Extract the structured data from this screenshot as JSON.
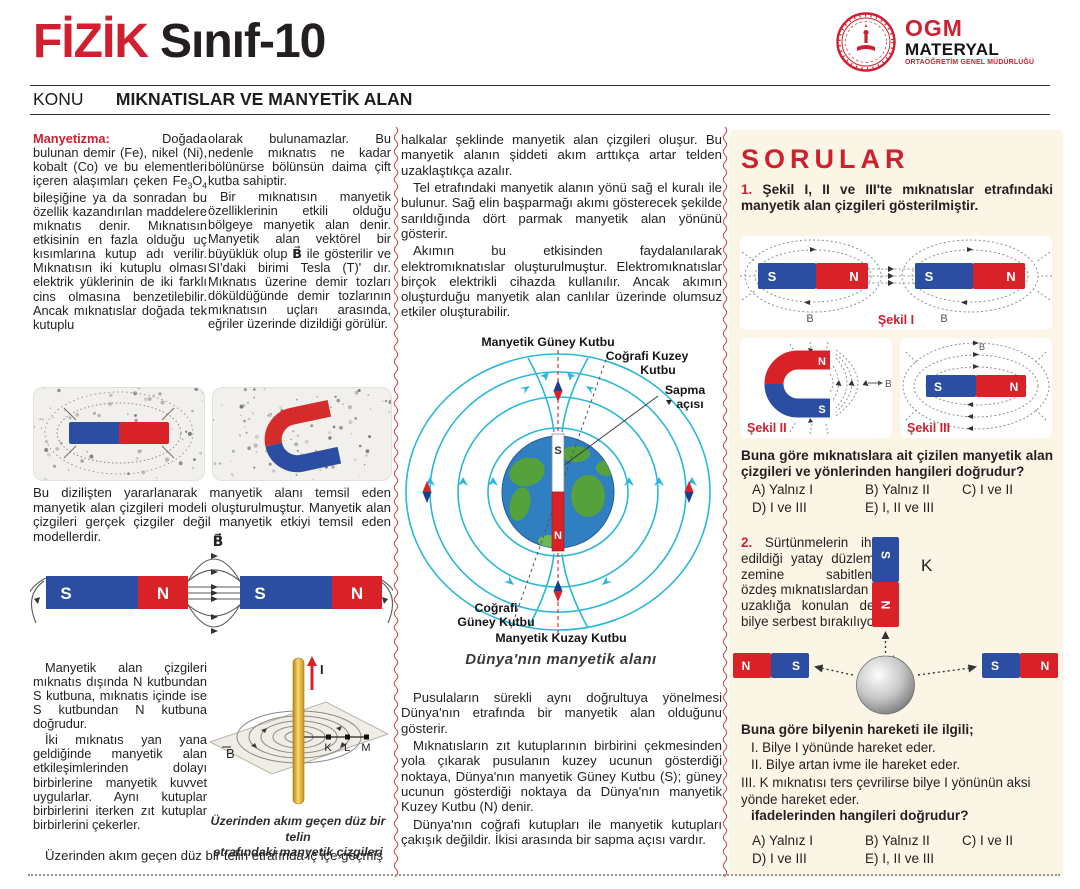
{
  "header": {
    "title_red": "FİZİK",
    "title_black": "Sınıf-10",
    "konu_label": "KONU",
    "konu_title": "MIKNATISLAR VE MANYETİK ALAN",
    "logo_ogm": "OGM",
    "logo_materyal": "MATERYAL",
    "logo_sub": "ORTAÖĞRETİM GENEL MÜDÜRLÜĞÜ"
  },
  "left": {
    "lead": "Manyetizma:",
    "p1a": " Doğada bulunan demir (Fe), nikel (Ni), kobalt (Co) ve bu elementleri içeren alaşımları çeken Fe",
    "sub1": "3",
    "mid1": "O",
    "sub2": "4",
    "p1b": " bileşiğine ya da sonradan bu özellik kazandırılan maddelere mıknatıs denir. Mıknatısın etkisinin en fazla olduğu uç kısımlarına kutup adı verilir.  Mıknatısın iki kutuplu olması elektrik yüklerinin de iki farklı cins olmasına benzetilebilir. Ancak mıknatıslar doğada tek kutuplu",
    "p2": "olarak bulunamazlar. Bu nedenle mıknatıs ne kadar bölünürse bölünsün daima çift kutba sahiptir.",
    "p3a": "Bir mıknatısın manyetik özelliklerinin etkili olduğu bölgeye manyetik alan denir. Manyetik alan vektörel bir büyüklük olup ",
    "p3_bvec": "B⃗",
    "p3b": "  ile gösterilir ve SI'daki birimi Tesla (T)' dır. Mıknatıs üzerine demir tozları döküldüğünde demir tozlarının mıknatısın uçları arasında, eğriler üzerinde dizildiği görülür.",
    "caption_model": "Bu dizilişten yararlanarak manyetik alanı temsil eden manyetik alan çizgileri modeli oluşturulmuştur. Manyetik alan çizgileri gerçek çizgiler değil manyetik etkiyi temsil eden modellerdir.",
    "p4": "Manyetik alan çizgileri mıknatıs dışında N kutbundan S kutbuna, mıknatıs içinde ise S kutbundan N kutbuna doğrudur.",
    "p5": "İki mıknatıs yan yana geldiğinde manyetik alan etkileşimlerinden dolayı birbirlerine manyetik kuvvet uygularlar. Aynı kutuplar birbirlerini iterken zıt kutuplar birbirlerini çekerler.",
    "wire_caption1": "Üzerinden akım geçen düz bir telin",
    "wire_caption2": "etrafındaki manyetik çizgileri",
    "last_line": "Üzerinden akım geçen düz bir telin etrafında iç içe geçmiş"
  },
  "middle": {
    "p1": "halkalar şeklinde manyetik alan çizgileri oluşur. Bu manyetik alanın şiddeti akım arttıkça artar telden uzaklaştıkça azalır.",
    "p2": "Tel etrafındaki manyetik alanın yönü sağ el kuralı ile bulunur. Sağ elin başparmağı akımı gösterecek şekilde sarıldığında dört parmak manyetik alan yönünü gösterir.",
    "p3": "Akımın bu etkisinden faydalanılarak elektromıknatıslar oluşturulmuştur. Elektromıknatıslar birçok elektrikli cihazda kullanılır. Ancak akımın oluşturduğu manyetik alan canlılar üzerinde olumsuz etkiler oluşturabilir.",
    "earth_caption": "Dünya'nın manyetik alanı",
    "p4": "Pusulaların sürekli aynı doğrultuya yönelmesi Dünya'nın etrafında bir manyetik alan olduğunu gösterir.",
    "p5": "Mıknatısların zıt kutuplarının birbirini çekmesinden yola çıkarak pusulanın kuzey ucunun gösterdiği noktaya, Dünya'nın manyetik Güney Kutbu (S); güney ucunun gösterdiği noktaya da Dünya'nın manyetik Kuzey Kutbu (N) denir.",
    "p6": "Dünya'nın coğrafi kutupları ile manyetik kutupları çakışık değildir. İkisi arasında bir sapma açısı vardır."
  },
  "earth": {
    "label_top": "Manyetik Güney Kutbu",
    "label_cog_kuzey1": "Coğrafi Kuzey",
    "label_cog_kuzey2": "Kutbu",
    "label_sapma1": "Sapma",
    "label_sapma2": "açısı",
    "label_cog_guney1": "Coğrafi",
    "label_cog_guney2": "Güney Kutbu",
    "label_bottom": "Manyetik Kuzay Kutbu"
  },
  "fig": {
    "S": "S",
    "N": "N",
    "B": "B",
    "B_vec": "B⃗",
    "I": "I",
    "K": "K",
    "L": "L",
    "M": "M"
  },
  "sorular": {
    "title": "SORULAR",
    "q1": {
      "num": "1.",
      "intro": " Şekil I, II ve III'te mıknatıslar etrafındaki manyetik alan çizgileri gösterilmiştir.",
      "sekil1": "Şekil I",
      "sekil2": "Şekil II",
      "sekil3": "Şekil III",
      "question": "Buna göre mıknatıslara ait çizilen manyetik alan çizgileri ve yönlerinden hangileri doğrudur?",
      "options": [
        "A) Yalnız I",
        "B) Yalnız II",
        "C) I ve II",
        "D) I ve III",
        "E) I, II ve III"
      ]
    },
    "q2": {
      "num": "2.",
      "intro": " Sürtünmelerin ihmal edildiği yatay düzlemde, zemine sabitlenmiş özdeş mıknatıslardan eşit uzaklığa konulan demir bilye serbest bırakılıyor.",
      "lead": "Buna göre bilyenin hareketi ile ilgili;",
      "i1": "I. Bilye I yönünde hareket eder.",
      "i2": "II. Bilye artan ivme ile hareket eder.",
      "i3": "III. K mıknatısı ters çevrilirse bilye I yönünün aksi yönde hareket eder.",
      "question": "ifadelerinden hangileri doğrudur?",
      "options": [
        "A) Yalnız I",
        "B) Yalnız II",
        "C) I ve II",
        "D) I ve III",
        "E) I, II ve III"
      ]
    }
  }
}
